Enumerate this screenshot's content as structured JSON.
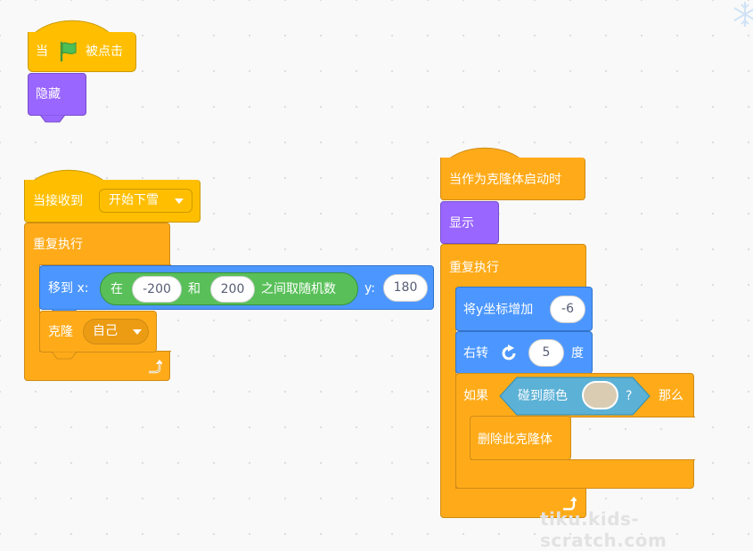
{
  "colors": {
    "events": "#ffbf00",
    "control": "#ffab19",
    "looks": "#9966ff",
    "motion": "#4c97ff",
    "operators": "#59c059",
    "sensing": "#5cb1d6",
    "picked_color": "#d9ccb3"
  },
  "script1": {
    "when_label": "当",
    "flag_icon": "green-flag-icon",
    "clicked_label": "被点击",
    "hide_label": "隐藏"
  },
  "script2": {
    "receive_label": "当接收到",
    "message_value": "开始下雪",
    "forever_label": "重复执行",
    "goto_label": "移到 x:",
    "random_in_label": "在",
    "random_from": "-200",
    "random_and_label": "和",
    "random_to": "200",
    "random_pick_label": "之间取随机数",
    "goto_y_label": "y:",
    "goto_y_value": "180",
    "clone_label": "克隆",
    "clone_target": "自己",
    "loop_arrow_icon": "loop-arrow-icon"
  },
  "script3": {
    "clone_start_label": "当作为克隆体启动时",
    "show_label": "显示",
    "forever_label": "重复执行",
    "change_y_label": "将y坐标增加",
    "change_y_value": "-6",
    "turn_label": "右转",
    "turn_icon": "rotate-right-icon",
    "turn_value": "5",
    "degrees_label": "度",
    "if_label": "如果",
    "touching_color_label": "碰到颜色",
    "question_mark": "?",
    "then_label": "那么",
    "delete_clone_label": "删除此克隆体",
    "loop_arrow_icon": "loop-arrow-icon"
  },
  "watermark": "tiku.kids-scratch.com",
  "snowflake_icon": "snowflake-icon"
}
